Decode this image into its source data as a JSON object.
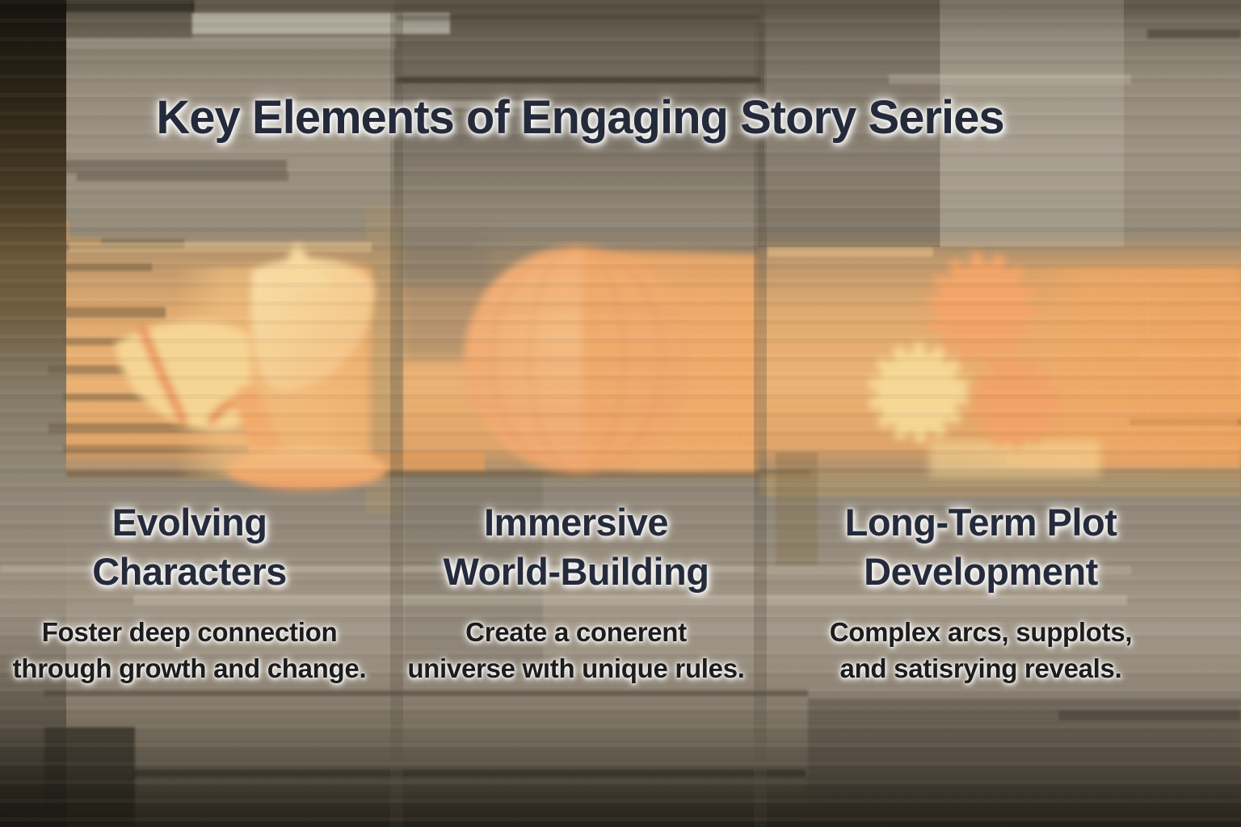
{
  "title": "Key Elements of Engaging Story Series",
  "columns": [
    {
      "id": "evolving-characters",
      "icon": "sprout-icon",
      "heading_lines": [
        "Evolving",
        "Characters"
      ],
      "body_lines": [
        "Foster deep connection",
        "through growth and change."
      ]
    },
    {
      "id": "immersive-world-building",
      "icon": "globe-icon",
      "heading_lines": [
        "Immersive",
        "World-Building"
      ],
      "body_lines": [
        "Create a conerent",
        "universe wıth unique rules."
      ]
    },
    {
      "id": "long-term-plot-development",
      "icon": "gears-icon",
      "heading_lines": [
        "Long-Term Plot",
        "Development"
      ],
      "body_lines": [
        "Complex arcs, supplots,",
        "and satisrying reveals."
      ]
    }
  ],
  "colors": {
    "heading_text": "#252b3a",
    "body_text": "#1c1c1c",
    "text_halo": "#ffffff",
    "band_orange": "#f0ac6c",
    "icon_orange": "#f2a468",
    "icon_yellow": "#f6d794",
    "background_tan": "#968c7a",
    "background_dark": "#2e2a22"
  }
}
